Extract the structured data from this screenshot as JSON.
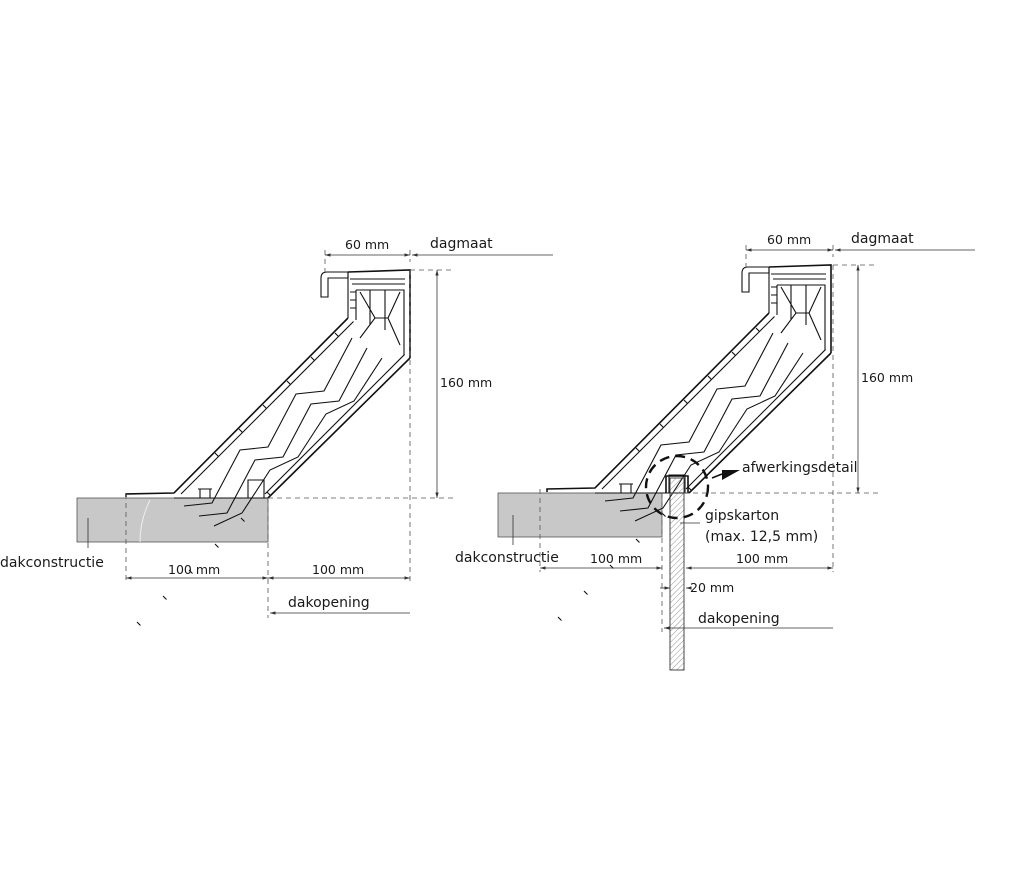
{
  "colors": {
    "slab": "#c8c8c8",
    "line": "#111111"
  },
  "left_detail": {
    "width_top": "60 mm",
    "dagmaat": "dagmaat",
    "height": "160 mm",
    "roof_label": "dakconstructie",
    "dim_left": "100 mm",
    "dim_right": "100 mm",
    "opening": "dakopening"
  },
  "right_detail": {
    "width_top": "60 mm",
    "dagmaat": "dagmaat",
    "height": "160 mm",
    "roof_label": "dakconstructie",
    "dim_left": "100 mm",
    "dim_right": "100 mm",
    "opening": "dakopening",
    "finish_detail": "afwerkingsdetail",
    "board_label": "gipskarton",
    "board_note": "(max. 12,5 mm)",
    "gap": "20 mm"
  }
}
